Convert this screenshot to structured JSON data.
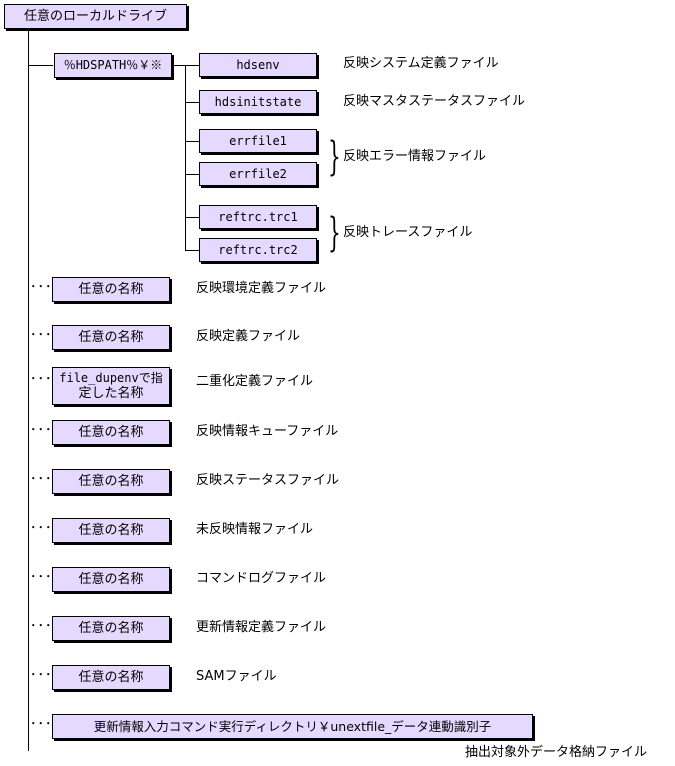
{
  "root": {
    "label": "任意のローカルドライブ"
  },
  "hdspath": {
    "label": "％HDSPATH％￥※"
  },
  "hdspath_children": [
    {
      "box": "hdsenv",
      "desc": "反映システム定義ファイル"
    },
    {
      "box": "hdsinitstate",
      "desc": "反映マスタステータスファイル"
    },
    {
      "box": "errfile1"
    },
    {
      "box": "errfile2"
    },
    {
      "box": "reftrc.trc1"
    },
    {
      "box": "reftrc.trc2"
    }
  ],
  "groups": {
    "errfile": "反映エラー情報ファイル",
    "reftrc": "反映トレースファイル"
  },
  "drive_children": [
    {
      "box": "任意の名称",
      "desc": "反映環境定義ファイル"
    },
    {
      "box": "任意の名称",
      "desc": "反映定義ファイル"
    },
    {
      "box_line1": "file_dupenvで指",
      "box_line2": "定した名称",
      "desc": "二重化定義ファイル"
    },
    {
      "box": "任意の名称",
      "desc": "反映情報キューファイル"
    },
    {
      "box": "任意の名称",
      "desc": "反映ステータスファイル"
    },
    {
      "box": "任意の名称",
      "desc": "未反映情報ファイル"
    },
    {
      "box": "任意の名称",
      "desc": "コマンドログファイル"
    },
    {
      "box": "任意の名称",
      "desc": "更新情報定義ファイル"
    },
    {
      "box": "任意の名称",
      "desc": "SAMファイル"
    },
    {
      "box": "更新情報入力コマンド実行ディレクトリ￥unextfile_データ連動識別子"
    }
  ],
  "footer_note": "抽出対象外データ格納ファイル",
  "dots_symbol": "･･･"
}
